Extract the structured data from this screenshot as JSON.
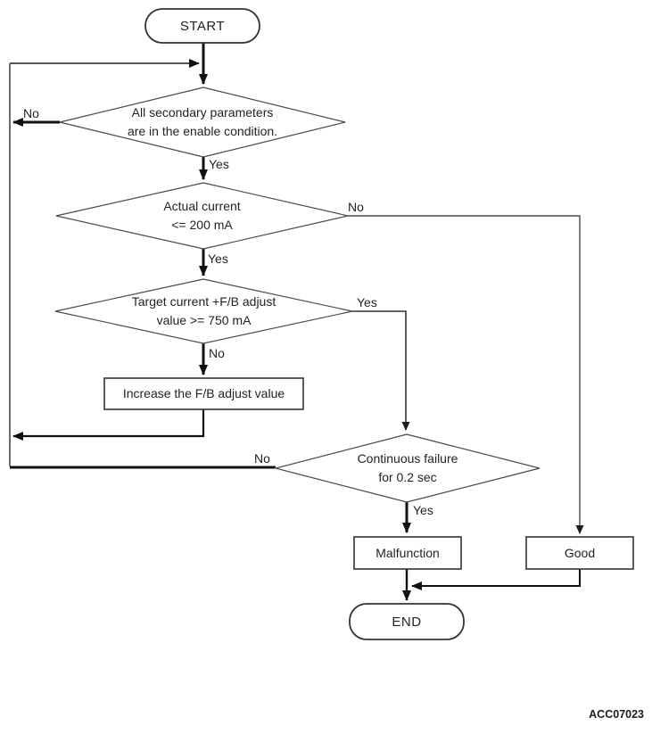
{
  "figure": {
    "code": "ACC07023"
  },
  "nodes": {
    "start": {
      "label": "START"
    },
    "d1": {
      "line1": "All secondary parameters",
      "line2": "are in the enable condition."
    },
    "d2": {
      "line1": "Actual current",
      "line2": "<= 200 mA"
    },
    "d3": {
      "line1": "Target current +F/B adjust",
      "line2": "value >= 750 mA"
    },
    "p1": {
      "label": "Increase the F/B adjust value"
    },
    "d4": {
      "line1": "Continuous failure",
      "line2": "for 0.2 sec"
    },
    "malfunction": {
      "label": "Malfunction"
    },
    "good": {
      "label": "Good"
    },
    "end": {
      "label": "END"
    }
  },
  "edge_labels": {
    "d1_no": "No",
    "d1_yes": "Yes",
    "d2_no": "No",
    "d2_yes": "Yes",
    "d3_yes": "Yes",
    "d3_no": "No",
    "d4_no": "No",
    "d4_yes": "Yes"
  },
  "colors": {
    "line_thick": "#111111",
    "line_thin": "#4a4a4a",
    "text": "#232323",
    "background": "#ffffff"
  }
}
